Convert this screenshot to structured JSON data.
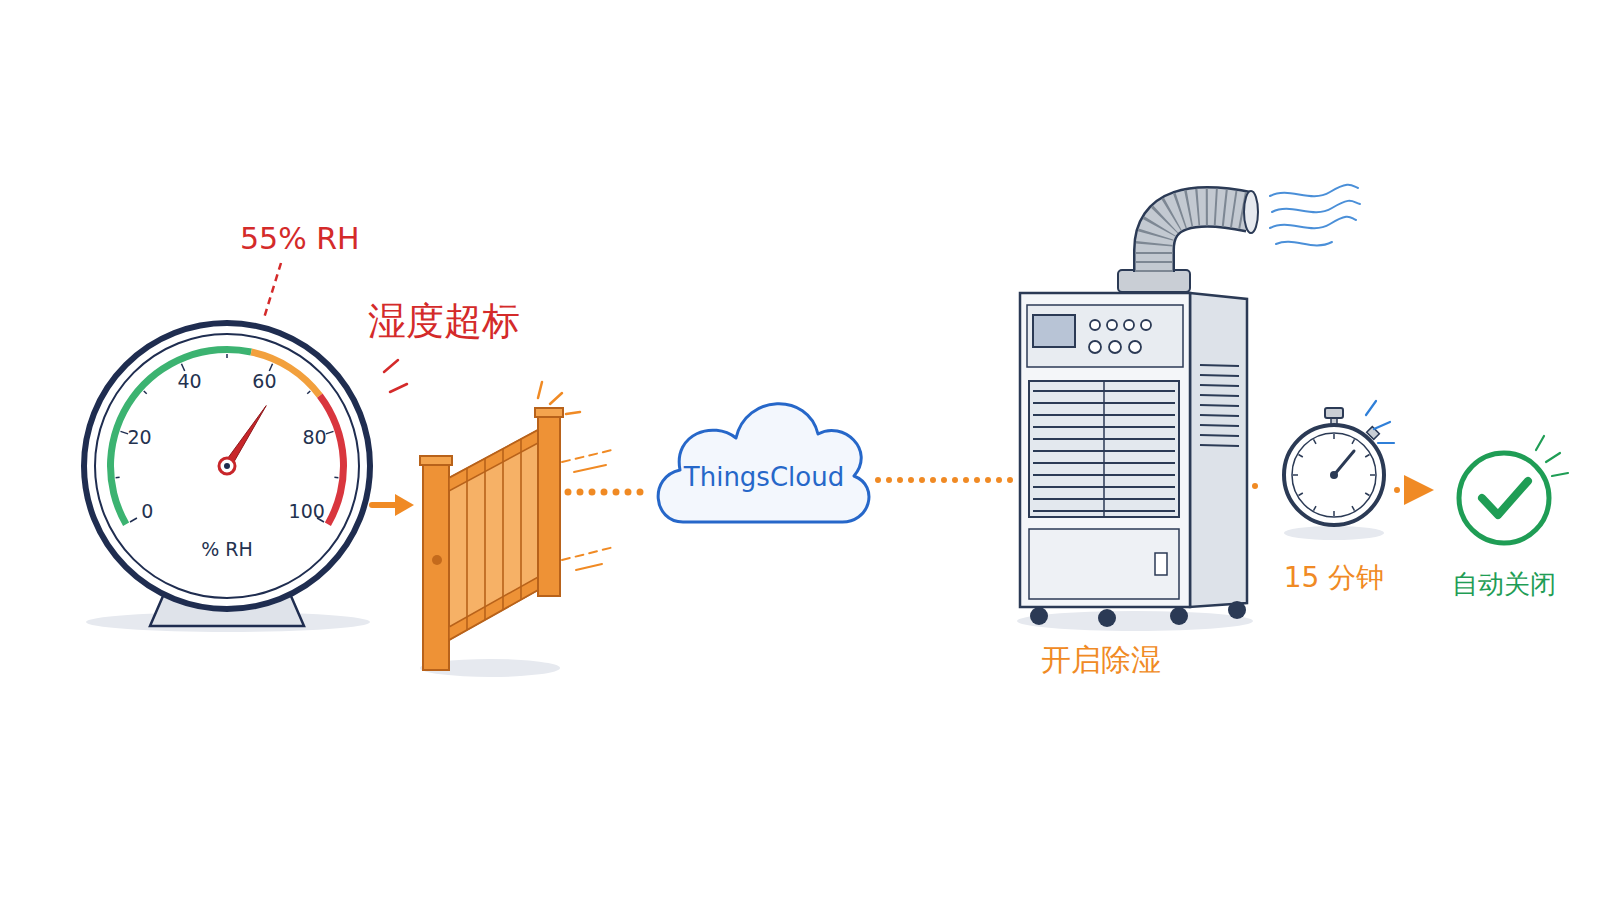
{
  "diagram": {
    "nodes": [
      {
        "text": [
          "0",
          "20",
          "40",
          "60",
          "80",
          "100",
          "% RH"
        ]
      },
      {
        "text": [
          "ThingsCloud"
        ]
      },
      {
        "text": [
          "开启除湿"
        ]
      },
      {
        "text": [
          "15 分钟"
        ]
      },
      {
        "text": [
          "自动关闭"
        ]
      }
    ],
    "edges": [
      {
        "from": 1,
        "to": 2,
        "arrow": "none"
      },
      {
        "from": 2,
        "to": 3,
        "arrow": "none"
      },
      {
        "from": 3,
        "to": 4,
        "arrow": "to"
      }
    ],
    "labels": [
      "55% RH",
      "湿度超标"
    ]
  }
}
